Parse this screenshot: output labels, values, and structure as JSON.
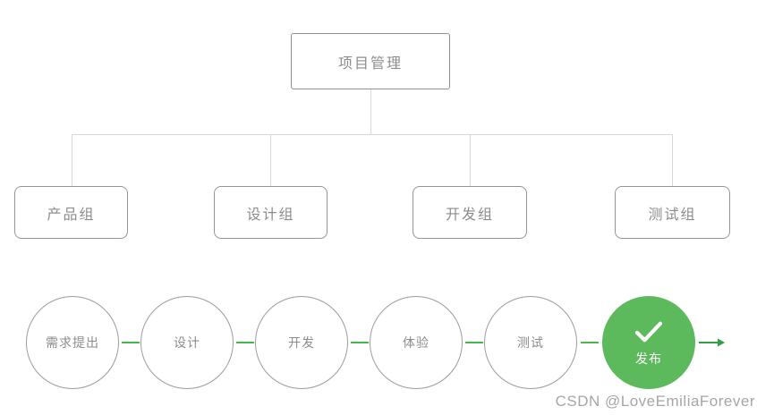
{
  "org_chart": {
    "root": {
      "label": "项目管理"
    },
    "groups": [
      {
        "label": "产品组"
      },
      {
        "label": "设计组"
      },
      {
        "label": "开发组"
      },
      {
        "label": "测试组"
      }
    ]
  },
  "flow": {
    "steps": [
      {
        "label": "需求提出",
        "status": "pending"
      },
      {
        "label": "设计",
        "status": "pending"
      },
      {
        "label": "开发",
        "status": "pending"
      },
      {
        "label": "体验",
        "status": "pending"
      },
      {
        "label": "测试",
        "status": "pending"
      },
      {
        "label": "发布",
        "status": "done",
        "icon": "checkmark-icon"
      }
    ]
  },
  "watermark": {
    "text": "CSDN @LoveEmiliaForever"
  },
  "colors": {
    "done_circle_green": "#5cba5c",
    "connector_green": "#46b84a",
    "tree_line_gray": "#d8d8d8",
    "box_border_gray": "#949494",
    "text_gray": "#8c8c8c",
    "watermark_gray": "#a6a6a6"
  }
}
